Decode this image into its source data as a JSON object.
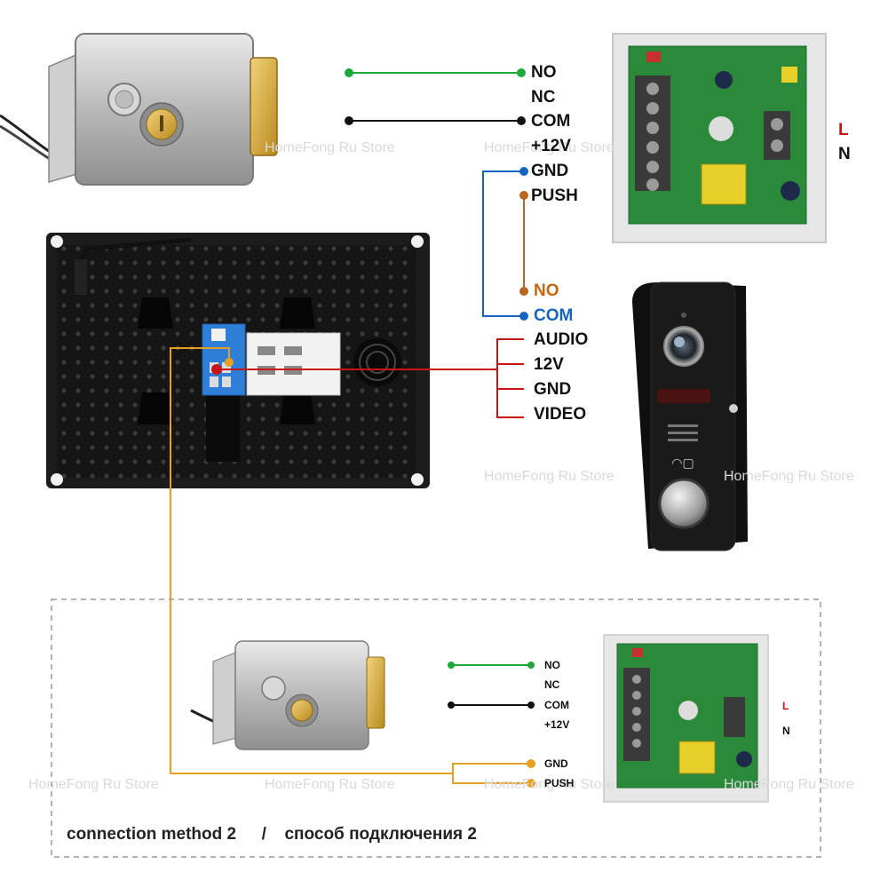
{
  "watermark": "HomeFong Ru Store",
  "lock_terminals": [
    "NO",
    "NC",
    "COM",
    "+12V",
    "GND",
    "PUSH"
  ],
  "button_terminals": [
    "NO",
    "COM"
  ],
  "camera_terminals": [
    "AUDIO",
    "12V",
    "GND",
    "VIDEO"
  ],
  "power_terminals": [
    "L",
    "N"
  ],
  "method2_terminals": [
    "NO",
    "NC",
    "COM",
    "+12V",
    "GND",
    "PUSH"
  ],
  "method2_power_terminals": [
    "L",
    "N"
  ],
  "caption": {
    "en": "connection method 2",
    "sep": "/",
    "ru": "способ подключения 2"
  },
  "colors": {
    "green": "#1fa83a",
    "black": "#111111",
    "blue": "#1565c0",
    "brown": "#b8651f",
    "red": "#c81414",
    "orange": "#e8a020",
    "gray_dash": "#9a9a9a"
  }
}
